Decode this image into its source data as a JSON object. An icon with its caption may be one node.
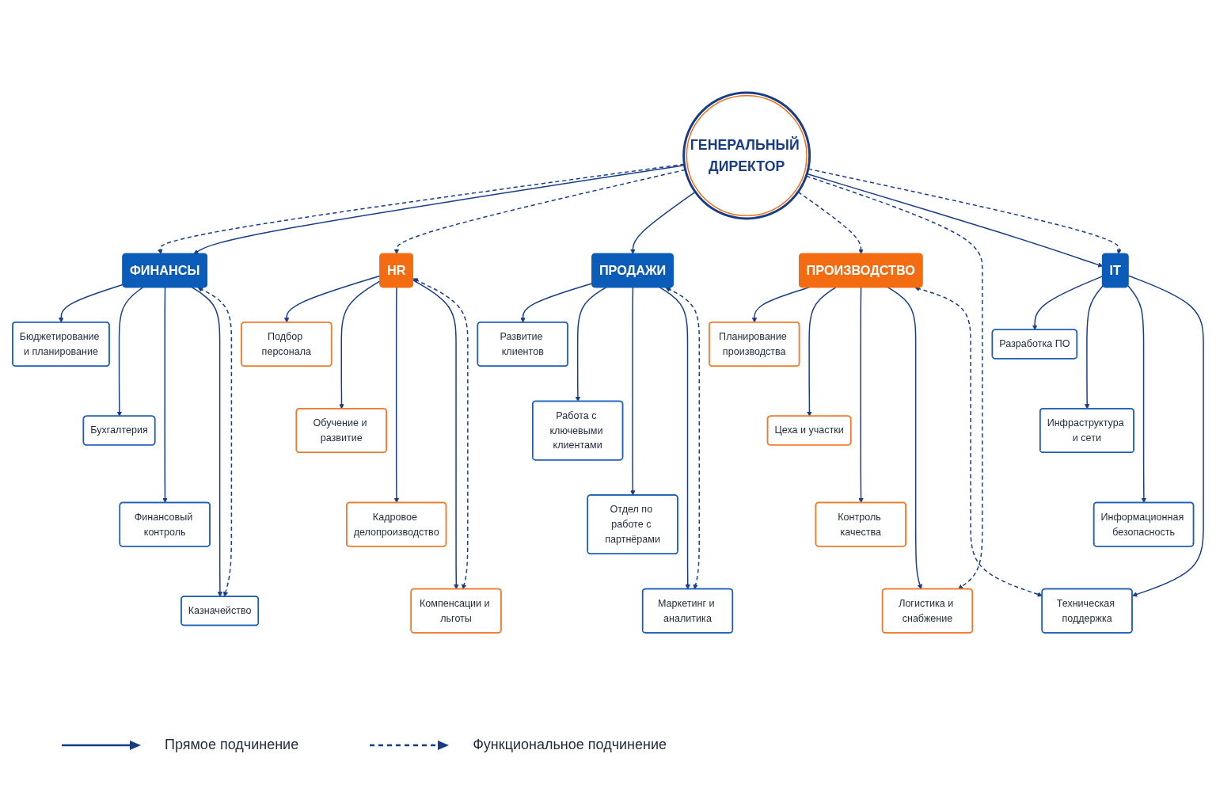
{
  "diagram": {
    "nodes": [
      {
        "text": [
          "ГЕНЕРАЛЬНЫЙ ДИРЕКТОР"
        ]
      },
      {
        "text": [
          "ФИНАНСЫ"
        ]
      },
      {
        "text": [
          "Бюджетирование и планирование"
        ]
      },
      {
        "text": [
          "Бухгалтерия"
        ]
      },
      {
        "text": [
          "Финансовый контроль"
        ]
      },
      {
        "text": [
          "Казначейство"
        ]
      },
      {
        "text": [
          "HR"
        ]
      },
      {
        "text": [
          "Подбор персонала"
        ]
      },
      {
        "text": [
          "Обучение и развитие"
        ]
      },
      {
        "text": [
          "Кадровое делопроизводство"
        ]
      },
      {
        "text": [
          "Компенсации и льготы"
        ]
      },
      {
        "text": [
          "ПРОДАЖИ"
        ]
      },
      {
        "text": [
          "Развитие клиентов"
        ]
      },
      {
        "text": [
          "Работа с ключевыми клиентами"
        ]
      },
      {
        "text": [
          "Отдел по работе с партнёрами"
        ]
      },
      {
        "text": [
          "Маркетинг и аналитика"
        ]
      },
      {
        "text": [
          "ПРОИЗВОДСТВО"
        ]
      },
      {
        "text": [
          "Планирование производства"
        ]
      },
      {
        "text": [
          "Цеха и участки"
        ]
      },
      {
        "text": [
          "Контроль качества"
        ]
      },
      {
        "text": [
          "Логистика и снабжение"
        ]
      },
      {
        "text": [
          "IT"
        ]
      },
      {
        "text": [
          "Разработка ПО"
        ]
      },
      {
        "text": [
          "Инфраструктура и сети"
        ]
      },
      {
        "text": [
          "Информационная безопасность"
        ]
      },
      {
        "text": [
          "Техническая поддержка"
        ]
      }
    ],
    "edges": [
      {
        "from": 0,
        "to": 1,
        "arrow": "to",
        "style": "dashed"
      },
      {
        "from": 0,
        "to": 1,
        "arrow": "to"
      },
      {
        "from": 0,
        "to": 6,
        "arrow": "to",
        "style": "dashed"
      },
      {
        "from": 0,
        "to": 11,
        "arrow": "to"
      },
      {
        "from": 0,
        "to": 16,
        "arrow": "to",
        "style": "dashed"
      },
      {
        "from": 0,
        "to": 20,
        "arrow": "to",
        "style": "dashed"
      },
      {
        "from": 0,
        "to": 21,
        "arrow": "to"
      },
      {
        "from": 0,
        "to": 21,
        "arrow": "to",
        "style": "dashed"
      },
      {
        "from": 1,
        "to": 2,
        "arrow": "to"
      },
      {
        "from": 1,
        "to": 3,
        "arrow": "to"
      },
      {
        "from": 1,
        "to": 4,
        "arrow": "to"
      },
      {
        "from": 1,
        "to": 5,
        "arrow": "to"
      },
      {
        "from": 1,
        "to": 5,
        "arrow": "both",
        "style": "dashed"
      },
      {
        "from": 6,
        "to": 7,
        "arrow": "to"
      },
      {
        "from": 6,
        "to": 8,
        "arrow": "to"
      },
      {
        "from": 6,
        "to": 9,
        "arrow": "to"
      },
      {
        "from": 6,
        "to": 10,
        "arrow": "to"
      },
      {
        "from": 6,
        "to": 10,
        "arrow": "both",
        "style": "dashed"
      },
      {
        "from": 11,
        "to": 12,
        "arrow": "to"
      },
      {
        "from": 11,
        "to": 13,
        "arrow": "to"
      },
      {
        "from": 11,
        "to": 14,
        "arrow": "to"
      },
      {
        "from": 11,
        "to": 15,
        "arrow": "to"
      },
      {
        "from": 11,
        "to": 15,
        "arrow": "both",
        "style": "dashed"
      },
      {
        "from": 16,
        "to": 17,
        "arrow": "to"
      },
      {
        "from": 16,
        "to": 18,
        "arrow": "to"
      },
      {
        "from": 16,
        "to": 19,
        "arrow": "to"
      },
      {
        "from": 16,
        "to": 20,
        "arrow": "to"
      },
      {
        "from": 21,
        "to": 22,
        "arrow": "to"
      },
      {
        "from": 21,
        "to": 23,
        "arrow": "to"
      },
      {
        "from": 21,
        "to": 24,
        "arrow": "to"
      },
      {
        "from": 21,
        "to": 25,
        "arrow": "to"
      },
      {
        "from": 25,
        "to": 16,
        "arrow": "both",
        "style": "dashed"
      }
    ],
    "legend": [
      {
        "text": "Прямое подчинение"
      },
      {
        "text": "Функциональное подчинение"
      }
    ]
  }
}
